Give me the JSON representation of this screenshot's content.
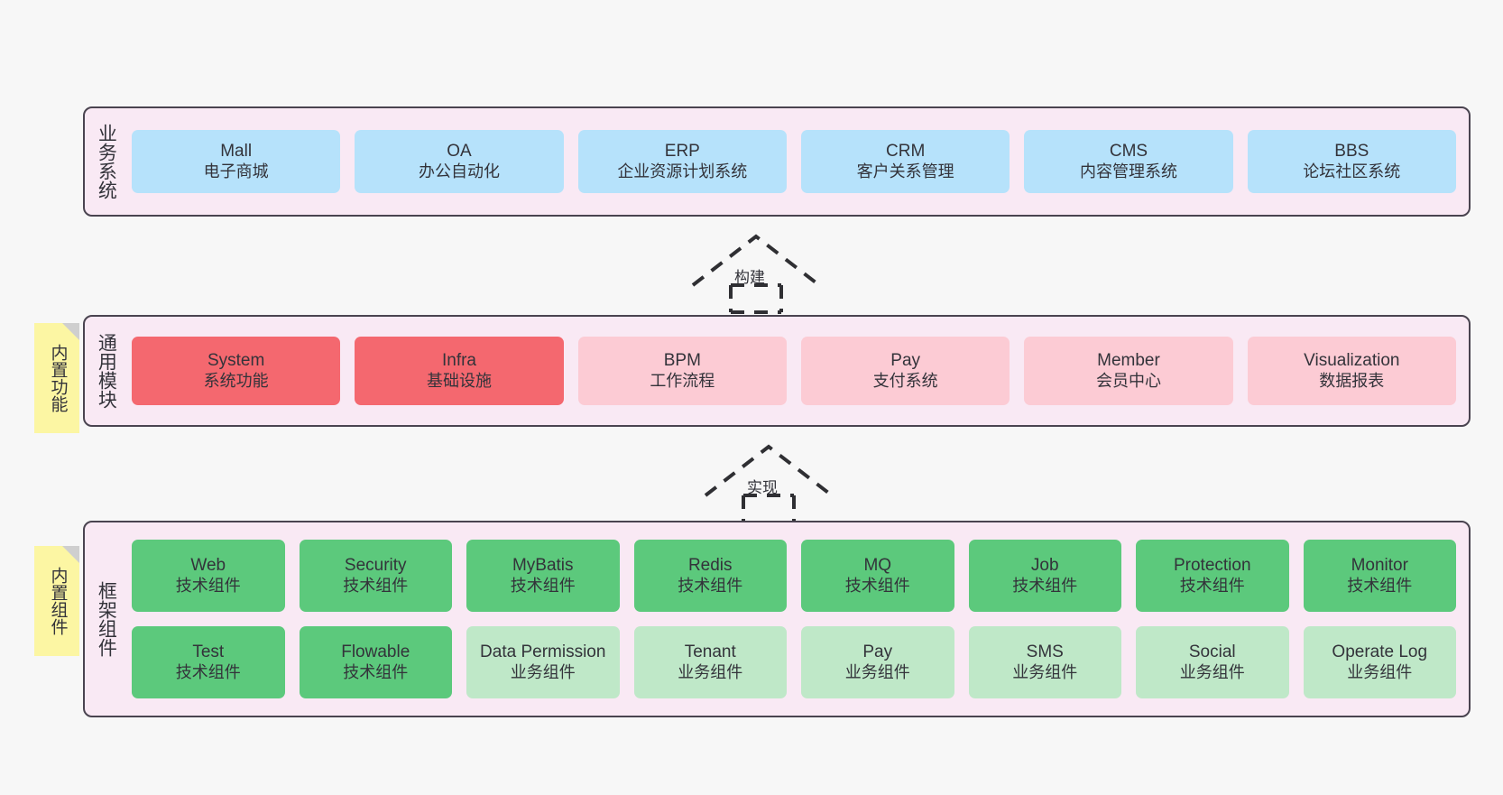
{
  "diagram": {
    "background_color": "#f7f7f7",
    "layer_fill": "#f9e9f4",
    "layer_border": "#4a4450",
    "note_color": "#fcf6a3"
  },
  "layers": {
    "business": {
      "title": "业务系统",
      "box_color": "#b6e2fb",
      "items": [
        {
          "en": "Mall",
          "cn": "电子商城"
        },
        {
          "en": "OA",
          "cn": "办公自动化"
        },
        {
          "en": "ERP",
          "cn": "企业资源计划系统"
        },
        {
          "en": "CRM",
          "cn": "客户关系管理"
        },
        {
          "en": "CMS",
          "cn": "内容管理系统"
        },
        {
          "en": "BBS",
          "cn": "论坛社区系统"
        }
      ]
    },
    "common": {
      "title": "通用模块",
      "note": "内置功能",
      "primary_color": "#f4686f",
      "secondary_color": "#fccbd4",
      "items": [
        {
          "en": "System",
          "cn": "系统功能",
          "tone": "primary"
        },
        {
          "en": "Infra",
          "cn": "基础设施",
          "tone": "primary"
        },
        {
          "en": "BPM",
          "cn": "工作流程",
          "tone": "secondary"
        },
        {
          "en": "Pay",
          "cn": "支付系统",
          "tone": "secondary"
        },
        {
          "en": "Member",
          "cn": "会员中心",
          "tone": "secondary"
        },
        {
          "en": "Visualization",
          "cn": "数据报表",
          "tone": "secondary"
        }
      ]
    },
    "framework": {
      "title": "框架组件",
      "note": "内置组件",
      "tech_color": "#5cc97c",
      "biz_color": "#bfe8c8",
      "row_tech": [
        {
          "en": "Web",
          "cn": "技术组件"
        },
        {
          "en": "Security",
          "cn": "技术组件"
        },
        {
          "en": "MyBatis",
          "cn": "技术组件"
        },
        {
          "en": "Redis",
          "cn": "技术组件"
        },
        {
          "en": "MQ",
          "cn": "技术组件"
        },
        {
          "en": "Job",
          "cn": "技术组件"
        },
        {
          "en": "Protection",
          "cn": "技术组件"
        },
        {
          "en": "Monitor",
          "cn": "技术组件"
        }
      ],
      "row_biz": [
        {
          "en": "Test",
          "cn": "技术组件",
          "tone": "tech"
        },
        {
          "en": "Flowable",
          "cn": "技术组件",
          "tone": "tech"
        },
        {
          "en": "Data Permission",
          "cn": "业务组件",
          "tone": "biz"
        },
        {
          "en": "Tenant",
          "cn": "业务组件",
          "tone": "biz"
        },
        {
          "en": "Pay",
          "cn": "业务组件",
          "tone": "biz"
        },
        {
          "en": "SMS",
          "cn": "业务组件",
          "tone": "biz"
        },
        {
          "en": "Social",
          "cn": "业务组件",
          "tone": "biz"
        },
        {
          "en": "Operate Log",
          "cn": "业务组件",
          "tone": "biz"
        }
      ]
    }
  },
  "connectors": [
    {
      "id": "build",
      "label": "构建"
    },
    {
      "id": "impl",
      "label": "实现"
    }
  ]
}
